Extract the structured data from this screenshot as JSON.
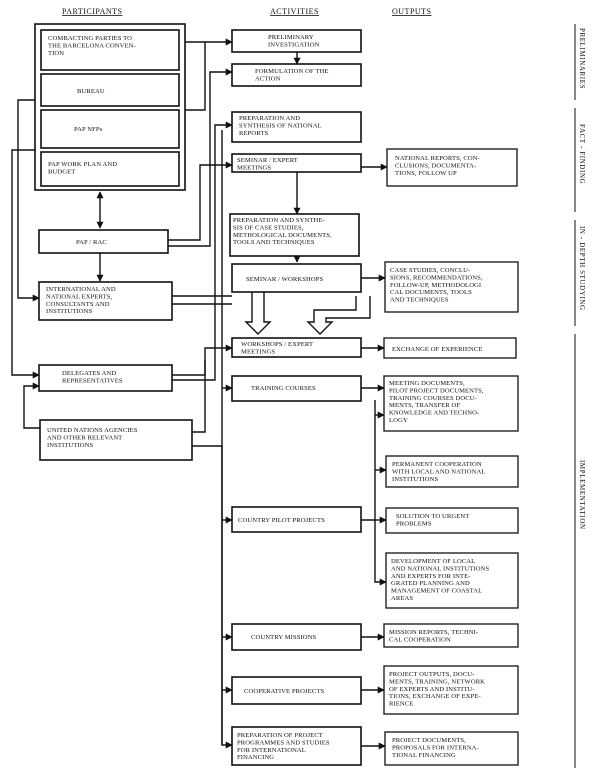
{
  "headers": {
    "participants": "PARTICIPANTS",
    "activities": "ACTIVITIES",
    "outputs": "OUTPUTS"
  },
  "phases": {
    "preliminaries": "PRELIMINARIES",
    "fact_finding": "FACT - FINDING",
    "in_depth_studying": "IN - DEPTH STUDYING",
    "implementation": "IMPLEMENTATION"
  },
  "participants": {
    "contracting_parties": [
      "COMBACTING PARTIES TO",
      "THE BARCELONA CONVEN-",
      "TION"
    ],
    "bureau": [
      "BUREAU"
    ],
    "pap_nfps": [
      "PAP    NFPs"
    ],
    "work_plan": [
      "PAP WORK PLAN AND",
      "BUDGET"
    ],
    "pap_rac": [
      "PAP  /  RAC"
    ],
    "experts": [
      "INTERNATIONAL AND",
      "NATIONAL EXPERTS,",
      "CONSULTANTS AND",
      "INSTITUTIONS"
    ],
    "delegates": [
      "DELEGATES AND",
      "REPRESENTATIVES"
    ],
    "un_agencies": [
      "UNITED NATIONS AGENCIES",
      "AND OTHER RELEVANT",
      "INSTITUTIONS"
    ]
  },
  "activities": {
    "preliminary_investigation": [
      "PRELIMINARY",
      "INVESTIGATION"
    ],
    "formulation": [
      "FORMULATION OF THE",
      "ACTION"
    ],
    "national_reports": [
      "PREPARATION AND",
      "SYNTHESIS OF NATIONAL",
      "REPORTS"
    ],
    "seminar_expert": [
      "SEMINAR / EXPERT",
      "MEETINGS"
    ],
    "case_studies": [
      "PREPARATION AND SYNTHE-",
      "SIS OF CASE STUDIES,",
      "METHOLOGICAL DOCUMENTS,",
      "TOOLS AND TECHNIQUES"
    ],
    "seminar_workshops": [
      "SEMINAR / WORKSHOPS"
    ],
    "workshops_expert": [
      "WORKSHOPS / EXPERT",
      "MEETINGS"
    ],
    "training_courses": [
      "TRAINING COURSES"
    ],
    "pilot_projects": [
      "COUNTRY PILOT PROJECTS"
    ],
    "country_missions": [
      "COUNTRY MISSIONS"
    ],
    "cooperative_projects": [
      "COOPERATIVE PROJECTS"
    ],
    "project_programmes": [
      "PREPARATION OF PROJECT",
      "PROGRAMMES AND STUDIES",
      "FOR INTERNATIONAL",
      "FINANCING"
    ]
  },
  "outputs": {
    "national_reports": [
      "NATIONAL REPORTS, CON-",
      "CLUSIONS, DOCUMENTA-",
      "TIONS, FOLLOW UP"
    ],
    "case_studies": [
      "CASE STUDIES, CONCLU-",
      "SIONS, RECOMMENDATIONS,",
      "FOLLOW-UP, METHODOLOGI",
      "CAL DOCUMENTS, TOOLS",
      "AND TECHNIQUES"
    ],
    "exchange": [
      "EXCHANGE OF EXPERIENCE"
    ],
    "meeting_documents": [
      "MEETING DOCUMENTS,",
      "PILOT PROJECT DOCUMENTS,",
      "TRAINING COURSES DOCU-",
      "MENTS, TRANSFER OF",
      "KNOWLEDGE AND TECHNO-",
      "LOGY"
    ],
    "permanent_cooperation": [
      "PERMANENT COOPERATION",
      "WITH LOCAL AND NATIONAL",
      "INSTITUTIONS"
    ],
    "urgent_problems": [
      "SOLUTION TO URGENT",
      "PROBLEMS"
    ],
    "development": [
      "DEVELOPMENT OF LOCAL",
      "AND NATIONAL INSTITUTIONS",
      "AND EXPERTS FOR INTE-",
      "GRATED PLANNING AND",
      "MANAGEMENT OF COASTAL",
      "AREAS"
    ],
    "mission_reports": [
      "MISSION REPORTS, TECHNI-",
      "CAL COOPERATION"
    ],
    "project_outputs": [
      "PROJECT OUTPUTS, DOCU-",
      "MENTS, TRAINING, NETWORK",
      "OF EXPERTS AND INSTITU-",
      "TIONS, EXCHANGE OF EXPE-",
      "RIENCE"
    ],
    "project_documents": [
      "PROJECT DOCUMENTS,",
      "PROPOSALS FOR INTERNA-",
      "TIONAL FINANCING"
    ]
  }
}
